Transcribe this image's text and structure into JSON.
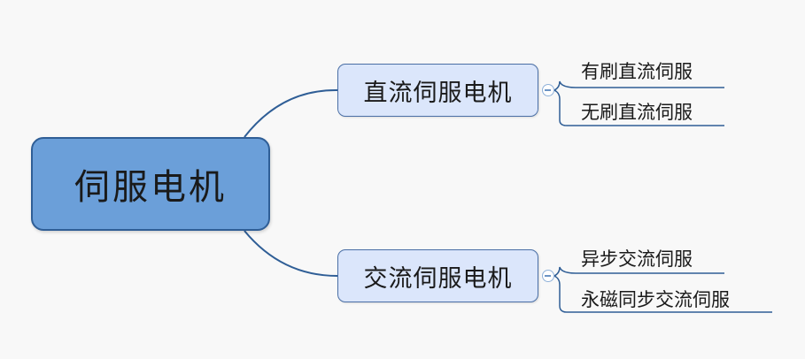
{
  "mindmap": {
    "root": {
      "label": "伺服电机"
    },
    "branches": [
      {
        "label": "直流伺服电机",
        "children": [
          "有刷直流伺服",
          "无刷直流伺服"
        ]
      },
      {
        "label": "交流伺服电机",
        "children": [
          "异步交流伺服",
          "永磁同步交流伺服"
        ]
      }
    ]
  },
  "colors": {
    "root_fill": "#6b9fd9",
    "root_border": "#2f5e96",
    "branch_fill": "#dbe6fb",
    "branch_border": "#4a6fa6",
    "connector": "#2f5e96",
    "background": "#f8f8f8"
  },
  "icons": {
    "collapse": "collapse-minus-icon"
  }
}
